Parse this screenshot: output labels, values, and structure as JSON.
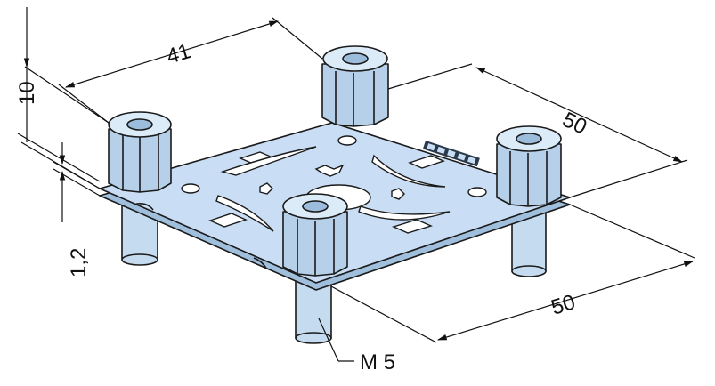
{
  "dimensions": {
    "nut_spacing": "41",
    "plate_depth": "50",
    "plate_width": "50",
    "nut_height": "10",
    "plate_thickness": "1,2",
    "thread": "M 5"
  },
  "colors": {
    "plate_fill": "#bcd6ef",
    "plate_top": "#c9def4",
    "nut_light": "#dcebf8",
    "nut_mid": "#b7d0ea",
    "nut_dark": "#9cbcdc",
    "pin_fill": "#c4dbf0",
    "outline": "#1a1a1a"
  },
  "icons": {
    "brand_mark": "brand-logo-icon",
    "arrow_heads": "dimension-arrow-icon"
  }
}
